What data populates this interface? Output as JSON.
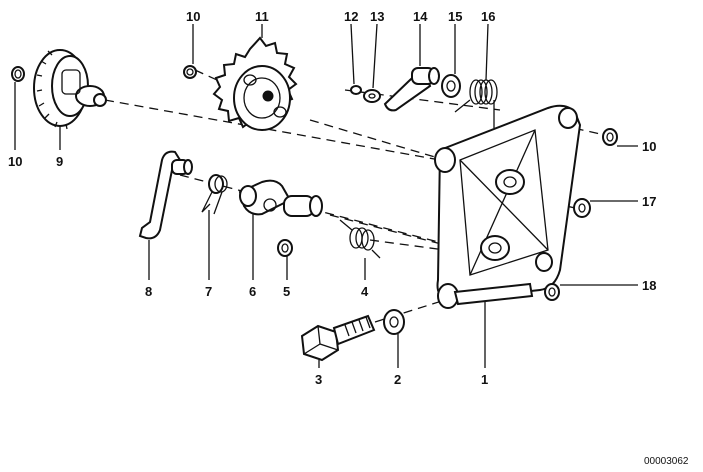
{
  "callouts": {
    "c10a": "10",
    "c11": "11",
    "c12": "12",
    "c13": "13",
    "c14": "14",
    "c15": "15",
    "c16": "16",
    "c10b": "10",
    "c17": "17",
    "c18": "18",
    "c10c": "10",
    "c9": "9",
    "c8": "8",
    "c7": "7",
    "c6": "6",
    "c5": "5",
    "c4": "4",
    "c3": "3",
    "c2": "2",
    "c1": "1"
  },
  "reference_code": "00003062"
}
